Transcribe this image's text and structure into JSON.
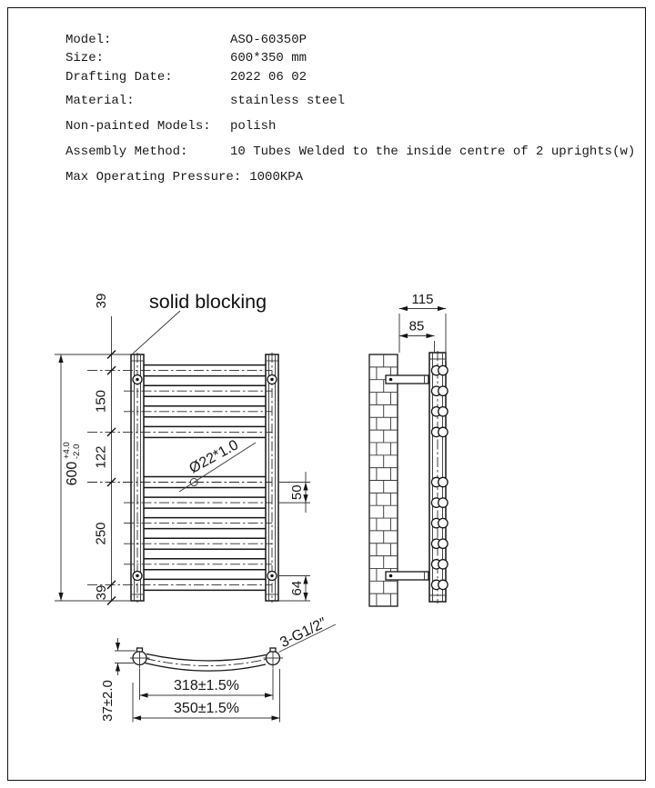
{
  "spec": {
    "rows": [
      {
        "label": "Model:",
        "value": "ASO-60350P"
      },
      {
        "label": "Size:",
        "value": "600*350 mm"
      },
      {
        "label": "Drafting Date:",
        "value": "2022 06 02"
      },
      {
        "label": "Material:",
        "value": "stainless steel"
      },
      {
        "label": "Non-painted Models:",
        "value": "polish"
      },
      {
        "label": "Assembly Method:",
        "value": "10 Tubes Welded to the inside centre of 2 uprights(w)"
      },
      {
        "label": "Max Operating Pressure:",
        "value": "1000KPA"
      }
    ]
  },
  "front_view": {
    "labels": {
      "solid_blocking": "solid blocking",
      "tube_spec": "Ø22*1.0"
    },
    "dims": {
      "top_offset": "39",
      "upper_section": "150",
      "middle_gap": "122",
      "lower_section": "250",
      "bottom_offset": "39",
      "overall_height": "600",
      "height_tol_plus": "+4.0",
      "height_tol_minus": "-2.0",
      "tube_pitch": "50",
      "bracket_offset": "64"
    }
  },
  "side_view": {
    "dims": {
      "overall_depth": "115",
      "wall_to_upright": "85"
    }
  },
  "bottom_view": {
    "labels": {
      "connections": "3-G1/2″"
    },
    "dims": {
      "rail_depth": "37±2.0",
      "hole_centers": "318±1.5%",
      "overall_width": "350±1.5%"
    }
  },
  "colors": {
    "line": "#151515",
    "background": "#ffffff"
  }
}
